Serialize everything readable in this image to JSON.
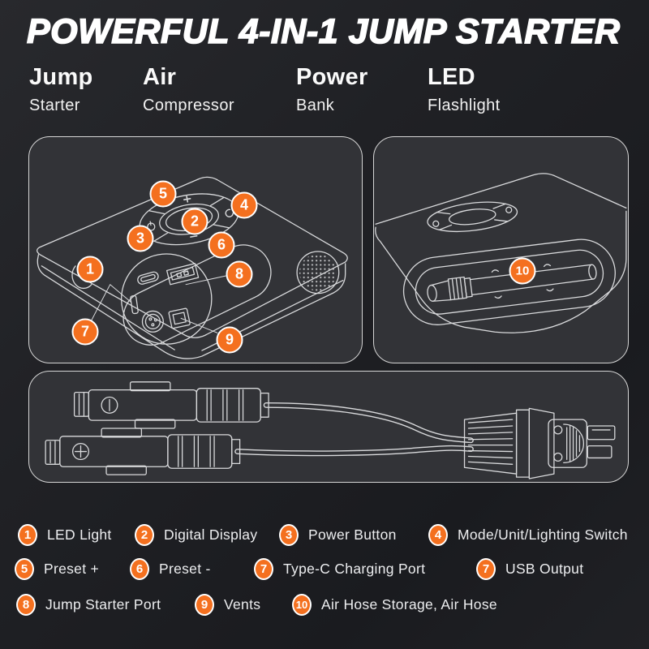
{
  "header": {
    "title": "POWERFUL 4-IN-1 JUMP STARTER"
  },
  "features": [
    {
      "name": "Jump",
      "sub": "Starter"
    },
    {
      "name": "Air",
      "sub": "Compressor"
    },
    {
      "name": "Power",
      "sub": "Bank"
    },
    {
      "name": "LED",
      "sub": "Flashlight"
    }
  ],
  "callouts": {
    "device_top_view": [
      "1",
      "2",
      "3",
      "4",
      "5",
      "6",
      "7",
      "8",
      "9"
    ],
    "device_back_view": [
      "10"
    ]
  },
  "cable_diagram": {
    "negative_clamp_mark": "−",
    "positive_clamp_mark": "+"
  },
  "legend": {
    "items": [
      {
        "num": "1",
        "label": "LED Light"
      },
      {
        "num": "2",
        "label": "Digital Display"
      },
      {
        "num": "3",
        "label": "Power Button"
      },
      {
        "num": "4",
        "label": "Mode/Unit/Lighting Switch"
      },
      {
        "num": "5",
        "label": "Preset +"
      },
      {
        "num": "6",
        "label": "Preset -"
      },
      {
        "num": "7",
        "label": "Type-C Charging Port"
      },
      {
        "num": "7",
        "label": "USB Output"
      },
      {
        "num": "8",
        "label": "Jump Starter Port"
      },
      {
        "num": "9",
        "label": "Vents"
      },
      {
        "num": "10",
        "label": "Air Hose Storage, Air Hose"
      }
    ]
  },
  "colors": {
    "accent_orange": "#f4701f",
    "page_background": "#202125",
    "panel_background": "#323337",
    "panel_border": "#d6d6d6",
    "line_art": "#d9dadc",
    "text": "#ffffff"
  }
}
